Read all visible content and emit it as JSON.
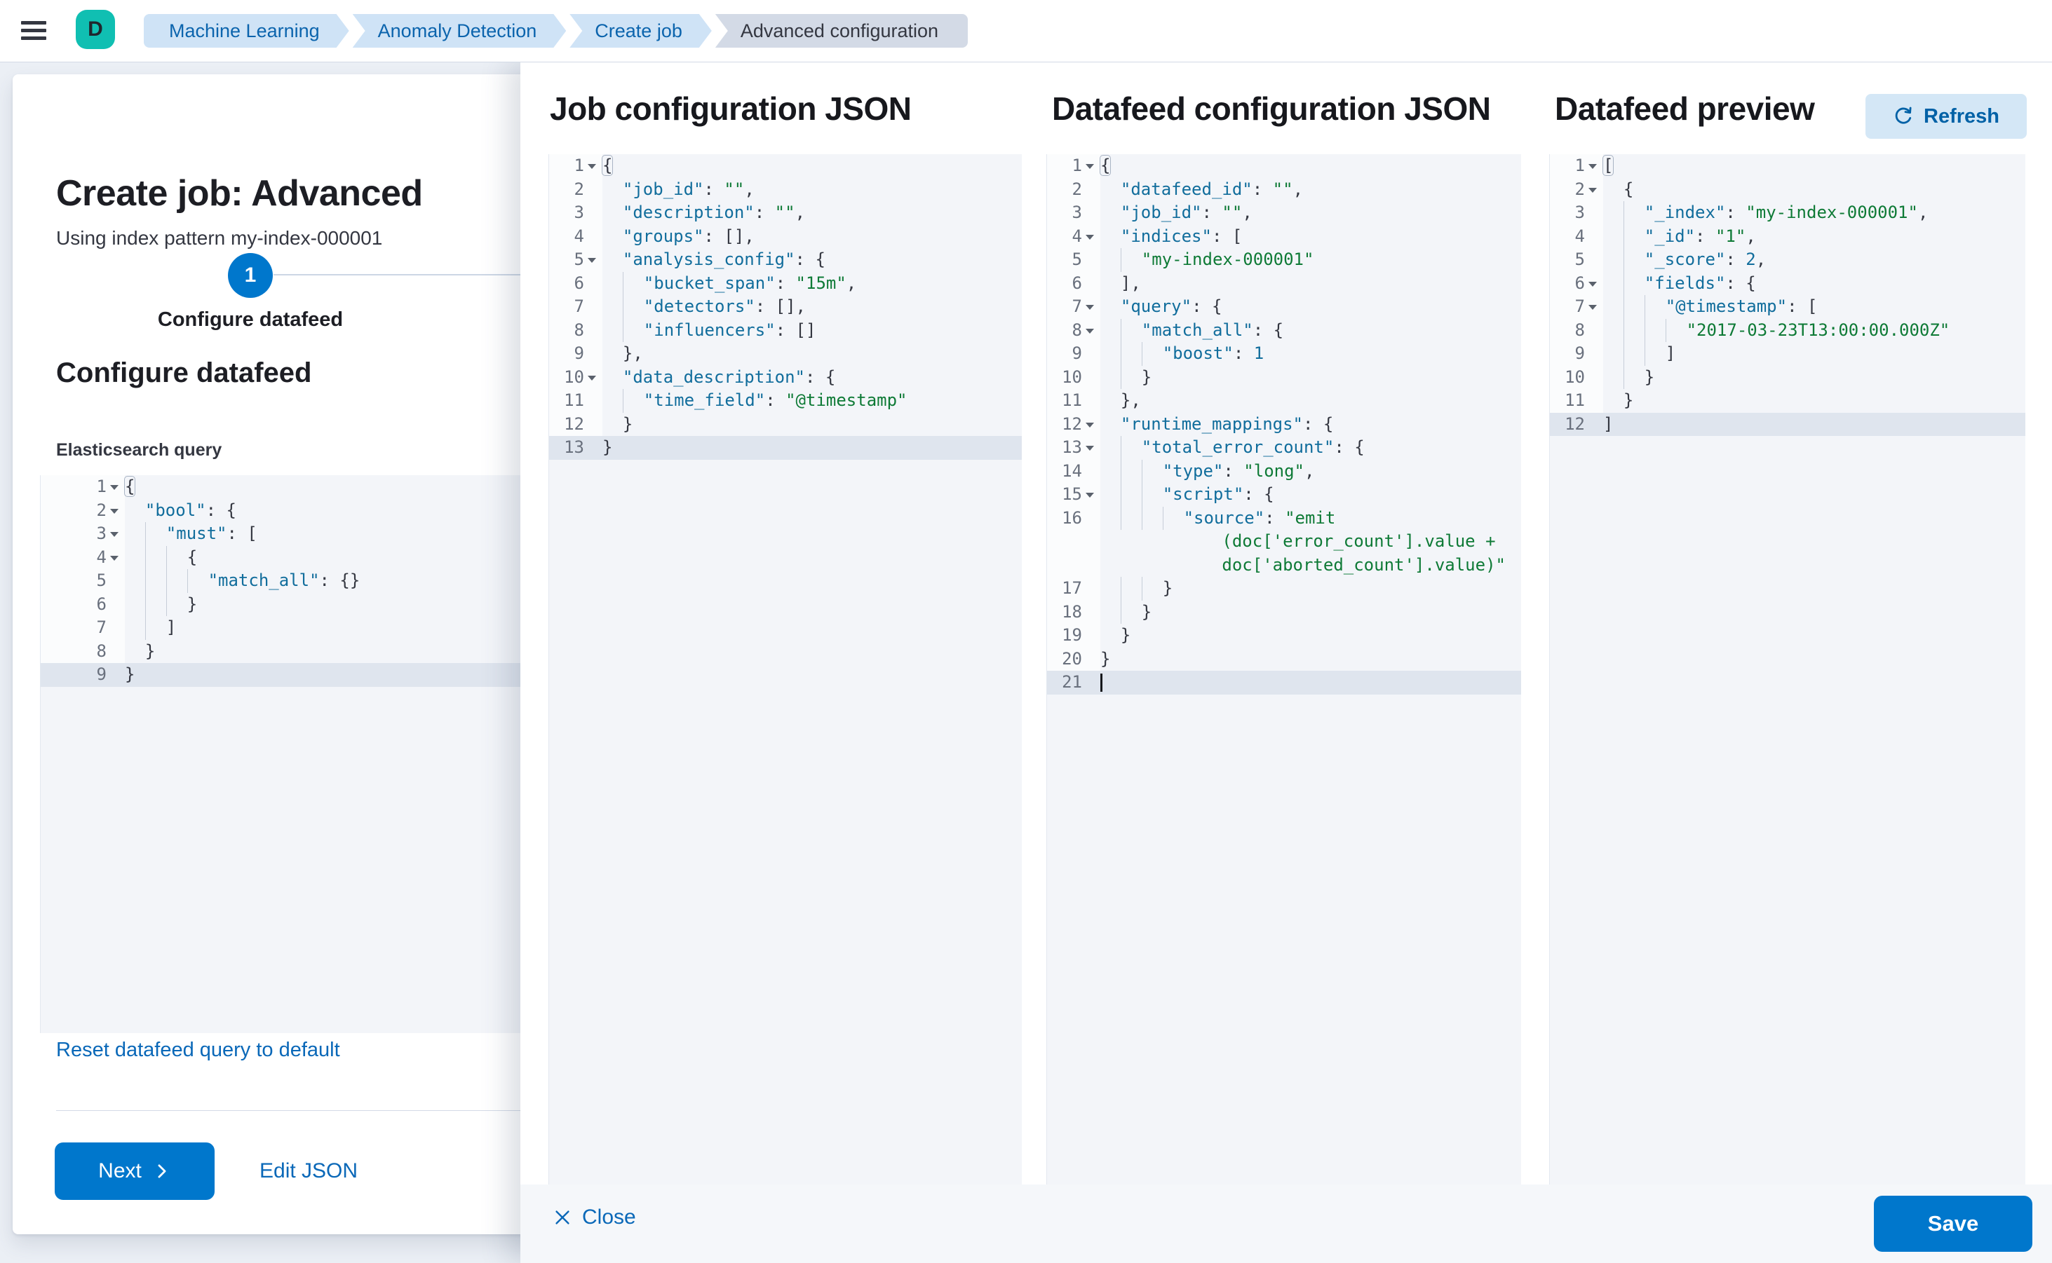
{
  "header": {
    "avatar_initial": "D",
    "breadcrumbs": [
      {
        "label": "Machine Learning"
      },
      {
        "label": "Anomaly Detection"
      },
      {
        "label": "Create job"
      },
      {
        "label": "Advanced configuration"
      }
    ]
  },
  "wizard": {
    "title": "Create job: Advanced",
    "subtitle": "Using index pattern my-index-000001",
    "step_number": "1",
    "step_label": "Configure datafeed",
    "section_title": "Configure datafeed",
    "query_label": "Elasticsearch query",
    "reset_link": "Reset datafeed query to default",
    "next_button": "Next",
    "edit_json_link": "Edit JSON"
  },
  "flyout": {
    "sections": [
      {
        "title": "Job configuration JSON"
      },
      {
        "title": "Datafeed configuration JSON"
      },
      {
        "title": "Datafeed preview"
      }
    ],
    "refresh_button": "Refresh",
    "close_button": "Close",
    "save_button": "Save"
  },
  "icons": {
    "menu": "hamburger-menu",
    "close": "x-mark",
    "refresh": "circular-arrow",
    "next": "chevron-right"
  },
  "colors": {
    "primary": "#0077cc",
    "avatar_accent": "#10bfb2",
    "link": "#0a68b8",
    "breadcrumb_bg": "#cfe3f6",
    "breadcrumb_current_bg": "#d3dae6",
    "editor_key": "#116d9c",
    "editor_string": "#0e7a36",
    "editor_number": "#116d9c",
    "editor_active_line": "#dfe5ee"
  },
  "editors": [
    {
      "name": "elasticsearch-query",
      "lines": [
        {
          "n": "1",
          "fold": true,
          "box": true,
          "seg": [
            [
              "p",
              "{"
            ]
          ]
        },
        {
          "n": "2",
          "fold": true,
          "seg": [
            [
              "p",
              "  "
            ],
            [
              "k",
              "\"bool\""
            ],
            [
              "p",
              ": {"
            ]
          ]
        },
        {
          "n": "3",
          "fold": true,
          "seg": [
            [
              "p",
              "    "
            ],
            [
              "k",
              "\"must\""
            ],
            [
              "p",
              ": ["
            ]
          ]
        },
        {
          "n": "4",
          "fold": true,
          "seg": [
            [
              "p",
              "      {"
            ]
          ]
        },
        {
          "n": "5",
          "seg": [
            [
              "p",
              "        "
            ],
            [
              "k",
              "\"match_all\""
            ],
            [
              "p",
              ": {}"
            ]
          ]
        },
        {
          "n": "6",
          "seg": [
            [
              "p",
              "      }"
            ]
          ]
        },
        {
          "n": "7",
          "seg": [
            [
              "p",
              "    ]"
            ]
          ]
        },
        {
          "n": "8",
          "seg": [
            [
              "p",
              "  }"
            ]
          ]
        },
        {
          "n": "9",
          "active": true,
          "seg": [
            [
              "p",
              "}"
            ]
          ]
        }
      ]
    },
    {
      "name": "job-configuration-json",
      "lines": [
        {
          "n": "1",
          "fold": true,
          "box": true,
          "seg": [
            [
              "p",
              "{"
            ]
          ]
        },
        {
          "n": "2",
          "seg": [
            [
              "p",
              "  "
            ],
            [
              "k",
              "\"job_id\""
            ],
            [
              "p",
              ": "
            ],
            [
              "s",
              "\"\""
            ],
            [
              "p",
              ","
            ]
          ]
        },
        {
          "n": "3",
          "seg": [
            [
              "p",
              "  "
            ],
            [
              "k",
              "\"description\""
            ],
            [
              "p",
              ": "
            ],
            [
              "s",
              "\"\""
            ],
            [
              "p",
              ","
            ]
          ]
        },
        {
          "n": "4",
          "seg": [
            [
              "p",
              "  "
            ],
            [
              "k",
              "\"groups\""
            ],
            [
              "p",
              ": [],"
            ]
          ]
        },
        {
          "n": "5",
          "fold": true,
          "seg": [
            [
              "p",
              "  "
            ],
            [
              "k",
              "\"analysis_config\""
            ],
            [
              "p",
              ": {"
            ]
          ]
        },
        {
          "n": "6",
          "seg": [
            [
              "p",
              "    "
            ],
            [
              "k",
              "\"bucket_span\""
            ],
            [
              "p",
              ": "
            ],
            [
              "s",
              "\"15m\""
            ],
            [
              "p",
              ","
            ]
          ]
        },
        {
          "n": "7",
          "seg": [
            [
              "p",
              "    "
            ],
            [
              "k",
              "\"detectors\""
            ],
            [
              "p",
              ": [],"
            ]
          ]
        },
        {
          "n": "8",
          "seg": [
            [
              "p",
              "    "
            ],
            [
              "k",
              "\"influencers\""
            ],
            [
              "p",
              ": []"
            ]
          ]
        },
        {
          "n": "9",
          "seg": [
            [
              "p",
              "  },"
            ]
          ]
        },
        {
          "n": "10",
          "fold": true,
          "seg": [
            [
              "p",
              "  "
            ],
            [
              "k",
              "\"data_description\""
            ],
            [
              "p",
              ": {"
            ]
          ]
        },
        {
          "n": "11",
          "seg": [
            [
              "p",
              "    "
            ],
            [
              "k",
              "\"time_field\""
            ],
            [
              "p",
              ": "
            ],
            [
              "s",
              "\"@timestamp\""
            ]
          ]
        },
        {
          "n": "12",
          "seg": [
            [
              "p",
              "  }"
            ]
          ]
        },
        {
          "n": "13",
          "active": true,
          "seg": [
            [
              "p",
              "}"
            ]
          ]
        }
      ]
    },
    {
      "name": "datafeed-configuration-json",
      "lines": [
        {
          "n": "1",
          "fold": true,
          "box": true,
          "seg": [
            [
              "p",
              "{"
            ]
          ]
        },
        {
          "n": "2",
          "seg": [
            [
              "p",
              "  "
            ],
            [
              "k",
              "\"datafeed_id\""
            ],
            [
              "p",
              ": "
            ],
            [
              "s",
              "\"\""
            ],
            [
              "p",
              ","
            ]
          ]
        },
        {
          "n": "3",
          "seg": [
            [
              "p",
              "  "
            ],
            [
              "k",
              "\"job_id\""
            ],
            [
              "p",
              ": "
            ],
            [
              "s",
              "\"\""
            ],
            [
              "p",
              ","
            ]
          ]
        },
        {
          "n": "4",
          "fold": true,
          "seg": [
            [
              "p",
              "  "
            ],
            [
              "k",
              "\"indices\""
            ],
            [
              "p",
              ": ["
            ]
          ]
        },
        {
          "n": "5",
          "seg": [
            [
              "p",
              "    "
            ],
            [
              "s",
              "\"my-index-000001\""
            ]
          ]
        },
        {
          "n": "6",
          "seg": [
            [
              "p",
              "  ],"
            ]
          ]
        },
        {
          "n": "7",
          "fold": true,
          "seg": [
            [
              "p",
              "  "
            ],
            [
              "k",
              "\"query\""
            ],
            [
              "p",
              ": {"
            ]
          ]
        },
        {
          "n": "8",
          "fold": true,
          "seg": [
            [
              "p",
              "    "
            ],
            [
              "k",
              "\"match_all\""
            ],
            [
              "p",
              ": {"
            ]
          ]
        },
        {
          "n": "9",
          "seg": [
            [
              "p",
              "      "
            ],
            [
              "k",
              "\"boost\""
            ],
            [
              "p",
              ": "
            ],
            [
              "d",
              "1"
            ]
          ]
        },
        {
          "n": "10",
          "seg": [
            [
              "p",
              "    }"
            ]
          ]
        },
        {
          "n": "11",
          "seg": [
            [
              "p",
              "  },"
            ]
          ]
        },
        {
          "n": "12",
          "fold": true,
          "seg": [
            [
              "p",
              "  "
            ],
            [
              "k",
              "\"runtime_mappings\""
            ],
            [
              "p",
              ": {"
            ]
          ]
        },
        {
          "n": "13",
          "fold": true,
          "seg": [
            [
              "p",
              "    "
            ],
            [
              "k",
              "\"total_error_count\""
            ],
            [
              "p",
              ": {"
            ]
          ]
        },
        {
          "n": "14",
          "seg": [
            [
              "p",
              "      "
            ],
            [
              "k",
              "\"type\""
            ],
            [
              "p",
              ": "
            ],
            [
              "s",
              "\"long\""
            ],
            [
              "p",
              ","
            ]
          ]
        },
        {
          "n": "15",
          "fold": true,
          "seg": [
            [
              "p",
              "      "
            ],
            [
              "k",
              "\"script\""
            ],
            [
              "p",
              ": {"
            ]
          ]
        },
        {
          "n": "16",
          "seg": [
            [
              "p",
              "        "
            ],
            [
              "k",
              "\"source\""
            ],
            [
              "p",
              ": "
            ],
            [
              "s",
              "\"emit"
            ]
          ]
        },
        {
          "n": "",
          "w": true,
          "seg": [
            [
              "s",
              "            (doc['error_count'].value +"
            ]
          ]
        },
        {
          "n": "",
          "w": true,
          "seg": [
            [
              "s",
              "            doc['aborted_count'].value)\""
            ]
          ]
        },
        {
          "n": "17",
          "seg": [
            [
              "p",
              "      }"
            ]
          ]
        },
        {
          "n": "18",
          "seg": [
            [
              "p",
              "    }"
            ]
          ]
        },
        {
          "n": "19",
          "seg": [
            [
              "p",
              "  }"
            ]
          ]
        },
        {
          "n": "20",
          "seg": [
            [
              "p",
              "}"
            ]
          ]
        },
        {
          "n": "21",
          "active": true,
          "cursor": true,
          "seg": [
            [
              "p",
              ""
            ]
          ]
        }
      ]
    },
    {
      "name": "datafeed-preview",
      "lines": [
        {
          "n": "1",
          "fold": true,
          "box": true,
          "seg": [
            [
              "p",
              "["
            ]
          ]
        },
        {
          "n": "2",
          "fold": true,
          "seg": [
            [
              "p",
              "  {"
            ]
          ]
        },
        {
          "n": "3",
          "seg": [
            [
              "p",
              "    "
            ],
            [
              "k",
              "\"_index\""
            ],
            [
              "p",
              ": "
            ],
            [
              "s",
              "\"my-index-000001\""
            ],
            [
              "p",
              ","
            ]
          ]
        },
        {
          "n": "4",
          "seg": [
            [
              "p",
              "    "
            ],
            [
              "k",
              "\"_id\""
            ],
            [
              "p",
              ": "
            ],
            [
              "s",
              "\"1\""
            ],
            [
              "p",
              ","
            ]
          ]
        },
        {
          "n": "5",
          "seg": [
            [
              "p",
              "    "
            ],
            [
              "k",
              "\"_score\""
            ],
            [
              "p",
              ": "
            ],
            [
              "d",
              "2"
            ],
            [
              "p",
              ","
            ]
          ]
        },
        {
          "n": "6",
          "fold": true,
          "seg": [
            [
              "p",
              "    "
            ],
            [
              "k",
              "\"fields\""
            ],
            [
              "p",
              ": {"
            ]
          ]
        },
        {
          "n": "7",
          "fold": true,
          "seg": [
            [
              "p",
              "      "
            ],
            [
              "k",
              "\"@timestamp\""
            ],
            [
              "p",
              ": ["
            ]
          ]
        },
        {
          "n": "8",
          "seg": [
            [
              "p",
              "        "
            ],
            [
              "s",
              "\"2017-03-23T13:00:00.000Z\""
            ]
          ]
        },
        {
          "n": "9",
          "seg": [
            [
              "p",
              "      ]"
            ]
          ]
        },
        {
          "n": "10",
          "seg": [
            [
              "p",
              "    }"
            ]
          ]
        },
        {
          "n": "11",
          "seg": [
            [
              "p",
              "  }"
            ]
          ]
        },
        {
          "n": "12",
          "active": true,
          "seg": [
            [
              "p",
              "]"
            ]
          ]
        }
      ]
    }
  ]
}
